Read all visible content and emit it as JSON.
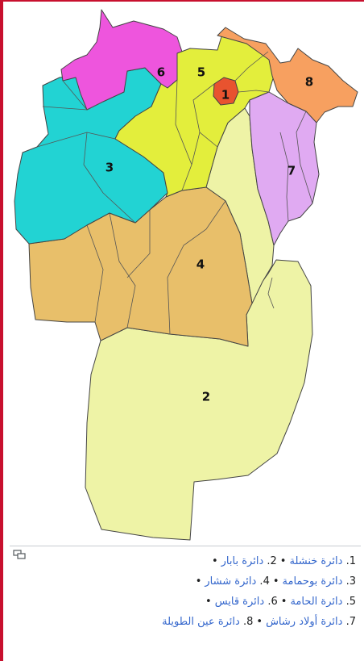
{
  "map": {
    "regions": [
      {
        "num": "1",
        "color": "#e8532f"
      },
      {
        "num": "2",
        "color": "#eef3a6"
      },
      {
        "num": "3",
        "color": "#22d3d3"
      },
      {
        "num": "4",
        "color": "#e8bf6a"
      },
      {
        "num": "5",
        "color": "#e3ee3c"
      },
      {
        "num": "6",
        "color": "#ee55dd"
      },
      {
        "num": "7",
        "color": "#e0aaf2"
      },
      {
        "num": "8",
        "color": "#f7a060"
      }
    ]
  },
  "caption": {
    "icon": "enlarge-icon",
    "lines": [
      [
        {
          "num": "1.",
          "name": "دائرة خنشلة",
          "sep": "•"
        },
        {
          "num": "2.",
          "name": "دائرة بابار",
          "sep": "•"
        }
      ],
      [
        {
          "num": "3.",
          "name": "دائرة بوحمامة",
          "sep": "•"
        },
        {
          "num": "4.",
          "name": "دائرة ششار",
          "sep": "•"
        }
      ],
      [
        {
          "num": "5.",
          "name": "دائرة الحامة",
          "sep": "•"
        },
        {
          "num": "6.",
          "name": "دائرة قايس",
          "sep": "•"
        }
      ],
      [
        {
          "num": "7.",
          "name": "دائرة أولاد رشاش",
          "sep": "•"
        },
        {
          "num": "8.",
          "name": "دائرة عين الطويلة",
          "sep": ""
        }
      ]
    ]
  }
}
